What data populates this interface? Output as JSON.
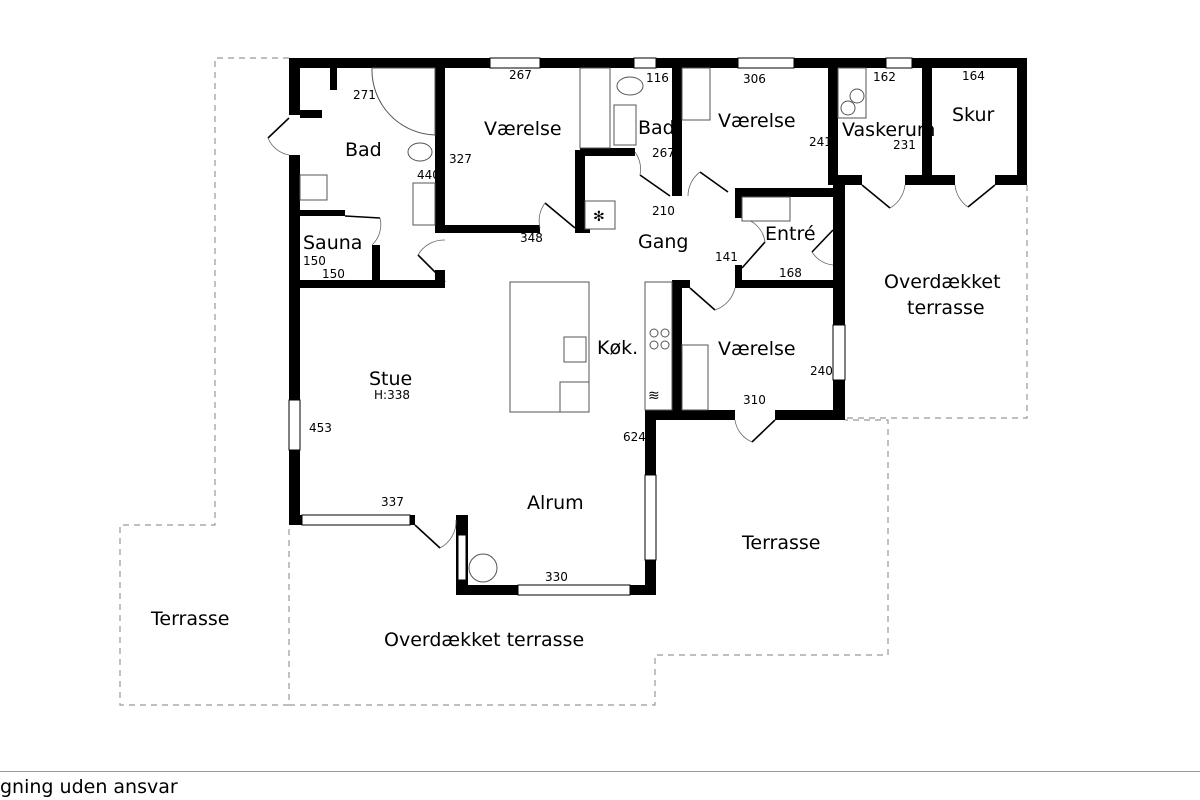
{
  "rooms": {
    "bad1": "Bad",
    "vaerelse1": "Værelse",
    "bad2": "Bad",
    "vaerelse2": "Værelse",
    "vaskerum": "Vaskerum",
    "skur": "Skur",
    "sauna": "Sauna",
    "gang": "Gang",
    "entre": "Entré",
    "overdaekket_right_1": "Overdækket",
    "overdaekket_right_2": "terrasse",
    "kok": "Køk.",
    "vaerelse3": "Værelse",
    "stue": "Stue",
    "stue_height": "H:338",
    "alrum": "Alrum",
    "terrasse_right": "Terrasse",
    "terrasse_left": "Terrasse",
    "overdaekket_bottom": "Overdækket terrasse"
  },
  "dimensions": {
    "d271": "271",
    "d267a": "267",
    "d116": "116",
    "d306": "306",
    "d162": "162",
    "d164": "164",
    "d327": "327",
    "d440": "440",
    "d267b": "267",
    "d241": "241",
    "d231": "231",
    "d210": "210",
    "d348": "348",
    "d150a": "150",
    "d150b": "150",
    "d141": "141",
    "d168": "168",
    "d240": "240",
    "d310": "310",
    "d453": "453",
    "d624": "624",
    "d337": "337",
    "d330": "330"
  },
  "footer": {
    "text": "gning uden ansvar"
  }
}
